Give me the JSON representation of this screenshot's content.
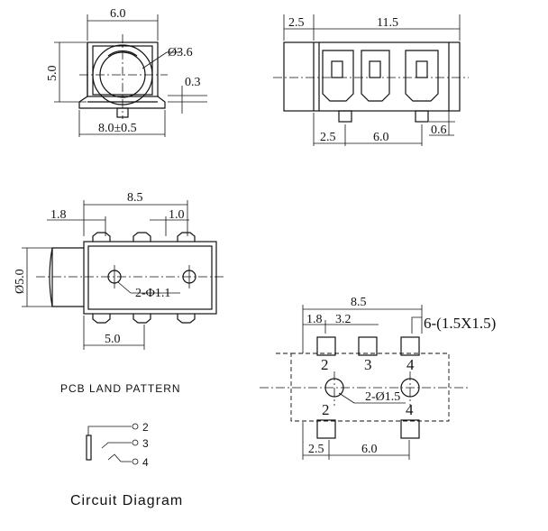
{
  "top_left_view": {
    "width": "6.0",
    "height": "5.0",
    "bore": "Ø3.6",
    "offset": "0.3",
    "base_width": "8.0±0.5"
  },
  "top_right_view": {
    "front": "2.5",
    "length": "11.5",
    "pin_start": "2.5",
    "pin_spacing": "6.0",
    "pin_height": "0.6"
  },
  "middle_left_view": {
    "span": "8.5",
    "left_offset": "1.8",
    "right_offset": "1.0",
    "diameter": "Ø5.0",
    "holes": "2-Φ1.1",
    "bottom": "5.0"
  },
  "pcb_pattern": {
    "title": "PCB  LAND PATTERN",
    "span": "8.5",
    "d1": "1.8",
    "d2": "3.2",
    "pad_note": "6-(1.5X1.5)",
    "holes": "2-Ø1.5",
    "pads_top": [
      "2",
      "3",
      "4"
    ],
    "pads_bottom": [
      "2",
      "4"
    ],
    "bottom_left": "2.5",
    "bottom_spacing": "6.0"
  },
  "circuit": {
    "title": "Circuit  Diagram",
    "pins": [
      "2",
      "3",
      "4"
    ]
  }
}
